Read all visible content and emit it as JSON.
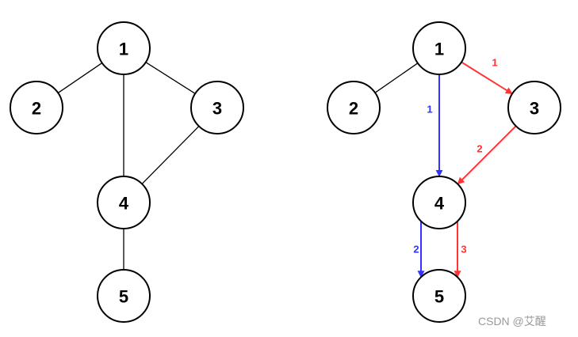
{
  "colors": {
    "node_stroke": "#000000",
    "node_fill": "#ffffff",
    "plain_edge": "#000000",
    "blue": "#3333ff",
    "red": "#ff3333"
  },
  "left_graph": {
    "nodes": [
      "1",
      "2",
      "3",
      "4",
      "5"
    ],
    "edges": [
      {
        "from": "1",
        "to": "2"
      },
      {
        "from": "1",
        "to": "3"
      },
      {
        "from": "1",
        "to": "4"
      },
      {
        "from": "3",
        "to": "4"
      },
      {
        "from": "4",
        "to": "5"
      }
    ]
  },
  "right_graph": {
    "nodes": [
      "1",
      "2",
      "3",
      "4",
      "5"
    ],
    "undirected_edges": [
      {
        "from": "1",
        "to": "2"
      }
    ],
    "directed_edges": [
      {
        "from": "1",
        "to": "4",
        "label": "1",
        "color": "blue"
      },
      {
        "from": "1",
        "to": "3",
        "label": "1",
        "color": "red"
      },
      {
        "from": "3",
        "to": "4",
        "label": "2",
        "color": "red"
      },
      {
        "from": "4",
        "to": "5",
        "label": "2",
        "color": "blue"
      },
      {
        "from": "4",
        "to": "5",
        "label": "3",
        "color": "red"
      }
    ]
  },
  "watermark": "CSDN @艾醒"
}
